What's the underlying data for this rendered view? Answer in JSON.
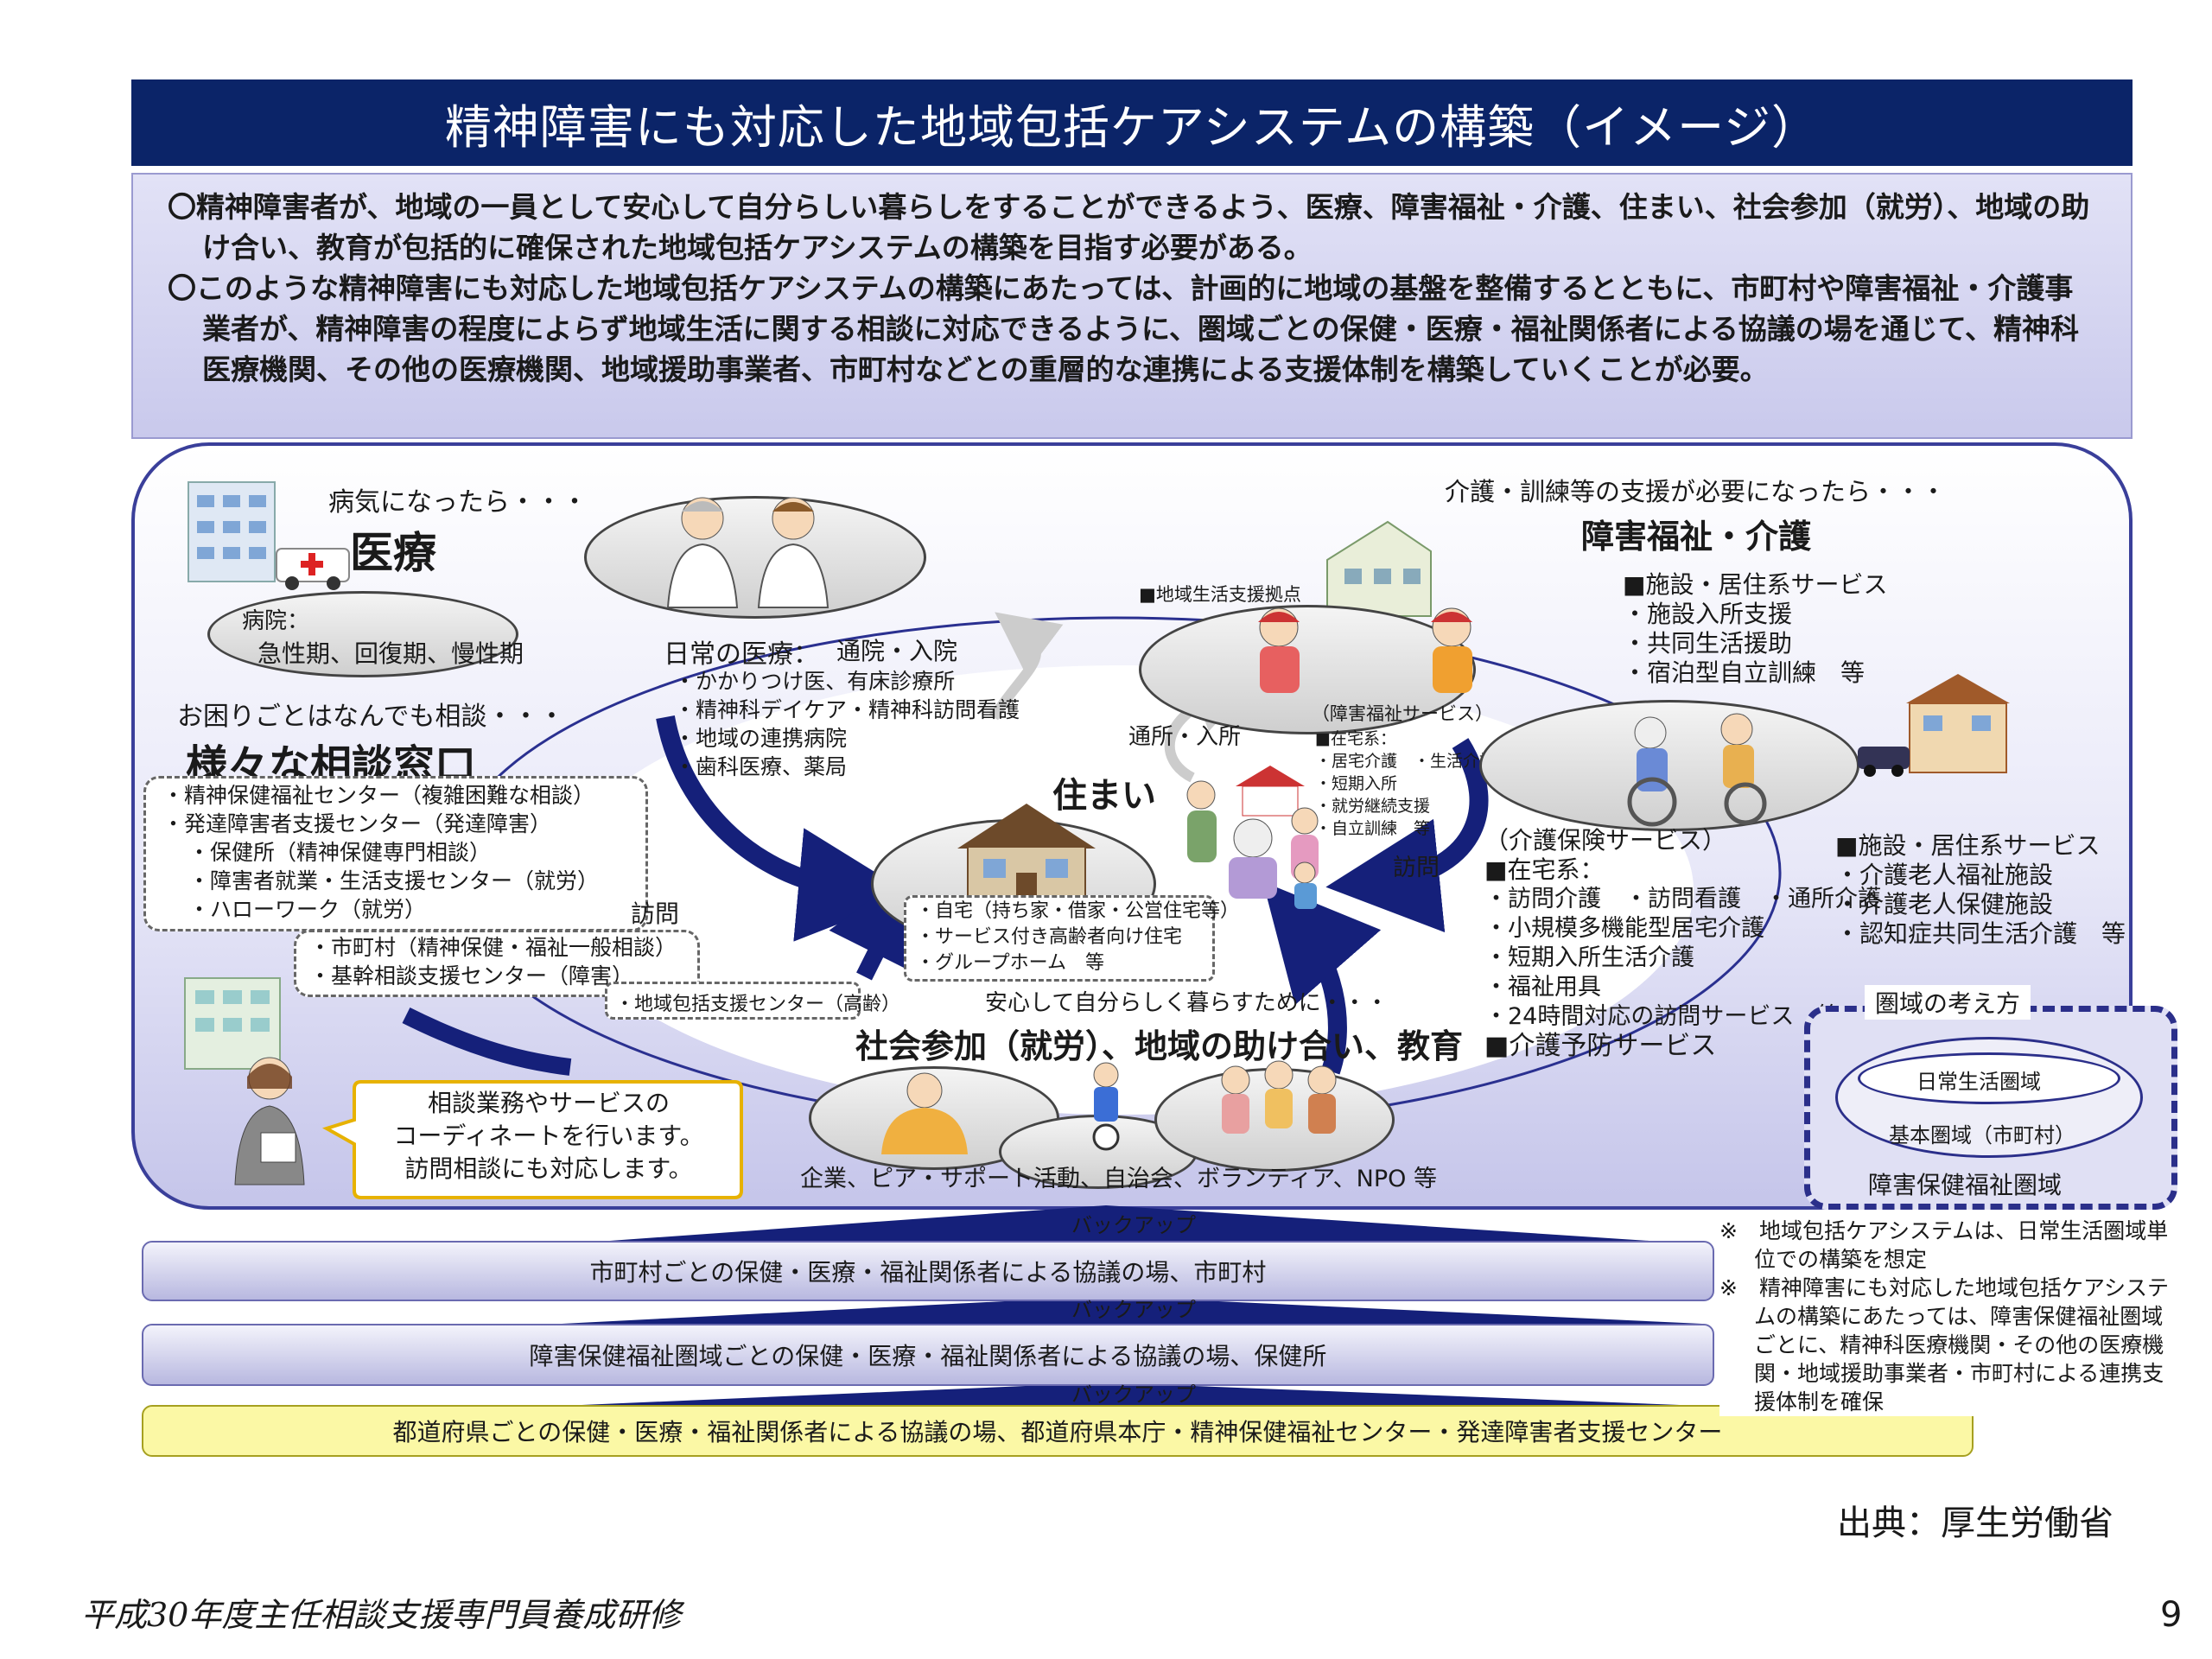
{
  "title": "精神障害にも対応した地域包括ケアシステムの構築（イメージ）",
  "summary": [
    "〇精神障害者が、地域の一員として安心して自分らしい暮らしをすることができるよう、医療、障害福祉・介護、住まい、社会参加（就労）、地域の助け合い、教育が包括的に確保された地域包括ケアシステムの構築を目指す必要がある。",
    "〇このような精神障害にも対応した地域包括ケアシステムの構築にあたっては、計画的に地域の基盤を整備するとともに、市町村や障害福祉・介護事業者が、精神障害の程度によらず地域生活に関する相談に対応できるように、圏域ごとの保健・医療・福祉関係者による協議の場を通じて、精神科医療機関、その他の医療機関、地域援助事業者、市町村などとの重層的な連携による支援体制を構築していくことが必要。"
  ],
  "medical": {
    "caption": "病気になったら・・・",
    "heading": "医療",
    "hospital_title": "病院：",
    "hospital_detail": "急性期、回復期、慢性期",
    "daily_title": "日常の医療：",
    "daily_visit": "通院・入院",
    "daily_items": [
      "・かかりつけ医、有床診療所",
      "・精神科デイケア・精神科訪問看護",
      "・地域の連携病院",
      "・歯科医療、薬局"
    ]
  },
  "consult": {
    "caption": "お困りごとはなんでも相談・・・",
    "heading": "様々な相談窓口",
    "items": [
      "・精神保健福祉センター（複雑困難な相談）",
      "・発達障害者支援センター（発達障害）",
      "・保健所（精神保健専門相談）",
      "・障害者就業・生活支援センター（就労）",
      "・ハローワーク（就労）"
    ],
    "items2": [
      "・市町村（精神保健・福祉一般相談）",
      "・基幹相談支援センター（障害）"
    ],
    "houmon": "訪問",
    "chiiki": "・地域包括支援センター（高齢）",
    "bubble": [
      "相談業務やサービスの",
      "コーディネートを行います。",
      "訪問相談にも対応します。"
    ]
  },
  "housing": {
    "heading": "住まい",
    "items": [
      "・自宅（持ち家・借家・公営住宅等）",
      "・サービス付き高齢者向け住宅",
      "・グループホーム　等"
    ]
  },
  "welfare": {
    "caption": "介護・訓練等の支援が必要になったら・・・",
    "heading": "障害福祉・介護",
    "base": "■地域生活支援拠点",
    "service_label": "（障害福祉サービス）",
    "tsusho": "通所・入所",
    "shisetsu_title": "■施設・居住系サービス",
    "shisetsu_items": [
      "・施設入所支援",
      "・共同生活援助",
      "・宿泊型自立訓練　等"
    ],
    "zaitaku_title": "■在宅系：",
    "zaitaku_items": [
      "・居宅介護　・生活介護",
      "・短期入所",
      "・就労継続支援",
      "・自立訓練　等"
    ],
    "houmon": "訪問",
    "kaigo_title": "（介護保険サービス）",
    "kaigo_zaitaku": "■在宅系：",
    "kaigo_items": [
      "・訪問介護　・訪問看護　・通所介護",
      "・小規模多機能型居宅介護",
      "・短期入所生活介護",
      "・福祉用具",
      "・24時間対応の訪問サービス　等"
    ],
    "kaigo_yobo": "■介護予防サービス",
    "kaigo_shisetsu_title": "■施設・居住系サービス",
    "kaigo_shisetsu_items": [
      "・介護老人福祉施設",
      "・介護老人保健施設",
      "・認知症共同生活介護　等"
    ]
  },
  "social": {
    "caption": "安心して自分らしく暮らすために・・・",
    "heading": "社会参加（就労）、地域の助け合い、教育",
    "partners": "企業、ピア・サポート活動、自治会、ボランティア、NPO 等"
  },
  "region": {
    "title": "圏域の考え方",
    "inner": "日常生活圏域",
    "middle": "基本圏域（市町村）",
    "outer": "障害保健福祉圏域"
  },
  "backup": "バックアップ",
  "bars": [
    "市町村ごとの保健・医療・福祉関係者による協議の場、市町村",
    "障害保健福祉圏域ごとの保健・医療・福祉関係者による協議の場、保健所",
    "都道府県ごとの保健・医療・福祉関係者による協議の場、都道府県本庁・精神保健福祉センター・発達障害者支援センター"
  ],
  "notes": [
    "※　地域包括ケアシステムは、日常生活圏域単位での構築を想定",
    "※　精神障害にも対応した地域包括ケアシステムの構築にあたっては、障害保健福祉圏域ごとに、精神科医療機関・その他の医療機関・地域援助事業者・市町村による連携支援体制を確保"
  ],
  "source": "出典：厚生労働省",
  "footer": "平成30年度主任相談支援専門員養成研修",
  "page_number": "9",
  "colors": {
    "title_bg": "#0b2468",
    "panel_border": "#3a3f9a",
    "arrow": "#15207a",
    "yellow_bar": "#fbf8a5"
  }
}
